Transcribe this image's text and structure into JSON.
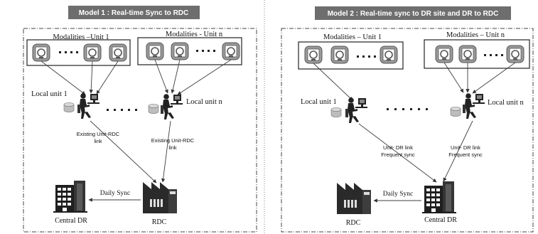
{
  "model1": {
    "title": "Model 1 :  Real-time Sync to RDC",
    "group_left_label": "Modalities –Unit 1",
    "group_right_label": "Modalities - Unit n",
    "local_left": "Local unit 1",
    "local_right": "Local unit n",
    "link_left": [
      "Existing Unit-RDC",
      "link"
    ],
    "link_right": [
      "Existing Unit-RDC",
      "link"
    ],
    "sync_label": "Daily Sync",
    "node_left": "Central DR",
    "node_right": "RDC"
  },
  "model2": {
    "title": "Model 2 : Real-time sync to DR site and DR to RDC",
    "group_left_label": "Modalities – Unit  1",
    "group_right_label": "Modalities – Unit n",
    "local_left": "Local unit 1",
    "local_right": "Local unit n",
    "link_left": [
      "Unit- DR link",
      "Frequent sync"
    ],
    "link_right": [
      "Unit- DR link",
      "Frequent sync"
    ],
    "sync_label": "Daily Sync",
    "node_left": "RDC",
    "node_right": "Central DR"
  },
  "icons": [
    "modality-scanner-icon",
    "operator-workstation-icon",
    "database-icon",
    "factory-building-icon",
    "office-building-icon"
  ],
  "colors": {
    "title_bar": "#6e6e6e",
    "line": "#3c3c3c",
    "scanner_fill": "#9a9a9a",
    "divider": "#888888"
  }
}
